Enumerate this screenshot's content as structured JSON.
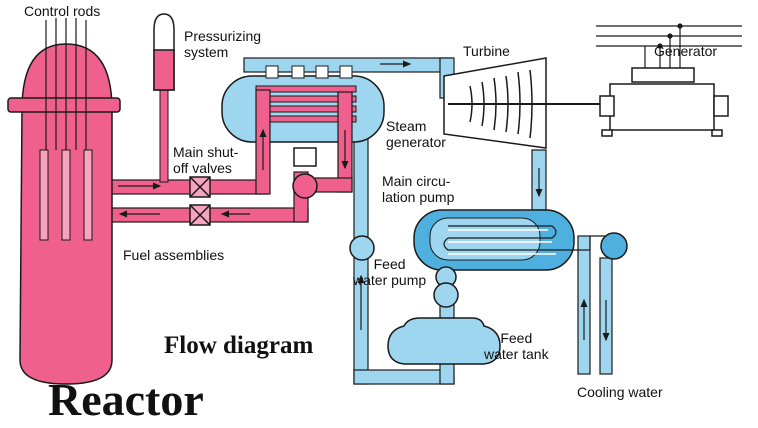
{
  "labels": {
    "control_rods": "Control rods",
    "pressurizing_system": "Pressurizing\nsystem",
    "turbine": "Turbine",
    "generator": "Generator",
    "steam_generator": "Steam\ngenerator",
    "main_shutoff_valves": "Main shut-\noff valves",
    "main_circulation_pump": "Main circu-\nlation pump",
    "fuel_assemblies": "Fuel assemblies",
    "feed_water_pump": "Feed\nwater pump",
    "feed_water_tank": "Feed\nwater tank",
    "cooling_water": "Cooling water",
    "flow_diagram": "Flow diagram",
    "reactor": "Reactor"
  },
  "colors": {
    "primary_loop": "#f0608e",
    "primary_loop_light": "#f7a2bf",
    "secondary_loop": "#9fd6ef",
    "secondary_loop_dark": "#4fb0df",
    "outline": "#1a1a1a",
    "machinery": "#ffffff"
  }
}
